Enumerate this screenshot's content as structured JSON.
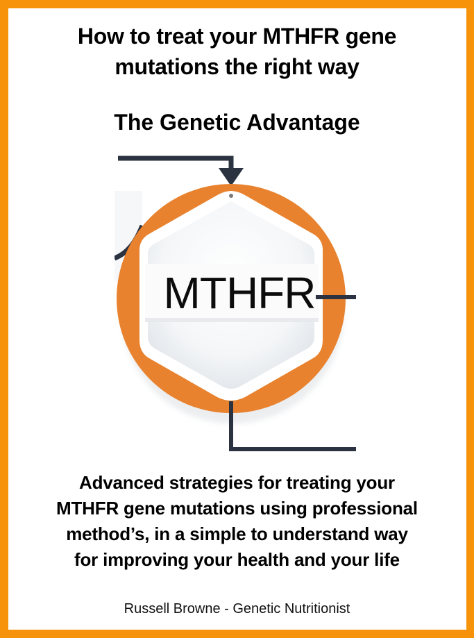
{
  "cover": {
    "title_line1": "How to treat your MTHFR gene",
    "title_line2": "mutations the right way",
    "series_title": "The Genetic Advantage",
    "logo_text": "MTHFR",
    "subtitle_lines": [
      "Advanced strategies for treating your",
      "MTHFR gene mutations using professional",
      "method’s, in a simple to understand way",
      "for improving your health and your life"
    ],
    "author": "Russell Browne - Genetic Nutritionist"
  },
  "colors": {
    "border": "#F7930B",
    "background": "#FFFFFF",
    "ring": "#E8822E",
    "connector": "#2B3240",
    "text": "#000000"
  }
}
